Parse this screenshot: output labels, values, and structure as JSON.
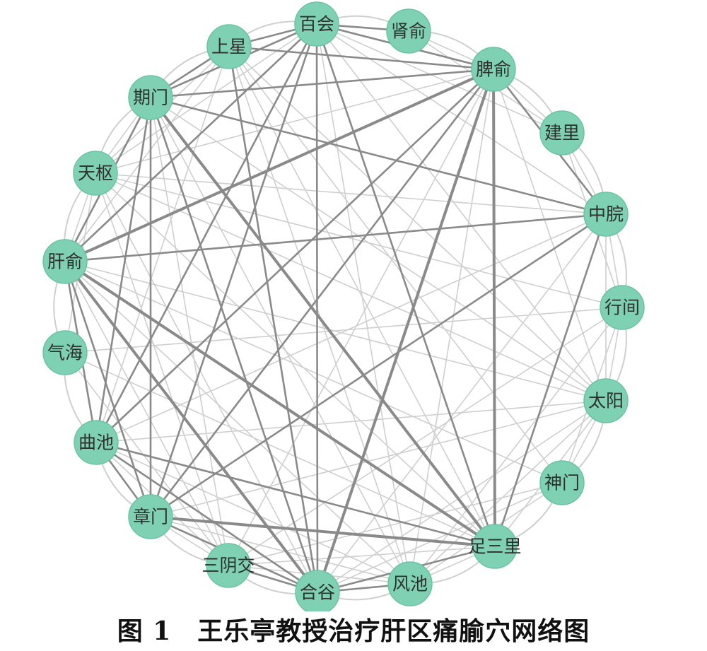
{
  "caption": "图 1　王乐亭教授治疗肝区痛腧穴网络图",
  "colors": {
    "node_fill": "#7fd1b4",
    "edge_strong": "#8a8a8a",
    "edge_weak": "#cfcfcf"
  },
  "nodes": [
    {
      "id": "baihui",
      "label": "百会"
    },
    {
      "id": "shenshu",
      "label": "肾俞"
    },
    {
      "id": "pishu",
      "label": "脾俞"
    },
    {
      "id": "jianli",
      "label": "建里"
    },
    {
      "id": "zhongwan",
      "label": "中脘"
    },
    {
      "id": "xingjian",
      "label": "行间"
    },
    {
      "id": "taiyang",
      "label": "太阳"
    },
    {
      "id": "shenmen",
      "label": "神门"
    },
    {
      "id": "zusanli",
      "label": "足三里"
    },
    {
      "id": "fengchi",
      "label": "风池"
    },
    {
      "id": "hegu",
      "label": "合谷"
    },
    {
      "id": "sanyinjiao",
      "label": "三阴交"
    },
    {
      "id": "zhangmen",
      "label": "章门"
    },
    {
      "id": "quchi",
      "label": "曲池"
    },
    {
      "id": "qihai",
      "label": "气海"
    },
    {
      "id": "ganshu",
      "label": "肝俞"
    },
    {
      "id": "tianshu",
      "label": "天枢"
    },
    {
      "id": "qimen",
      "label": "期门"
    },
    {
      "id": "shangxing",
      "label": "上星"
    }
  ],
  "edges": [
    [
      "ganshu",
      "pishu",
      3
    ],
    [
      "ganshu",
      "zusanli",
      3
    ],
    [
      "ganshu",
      "hegu",
      3
    ],
    [
      "ganshu",
      "qimen",
      2
    ],
    [
      "ganshu",
      "zhangmen",
      2
    ],
    [
      "ganshu",
      "quchi",
      2
    ],
    [
      "ganshu",
      "zhongwan",
      2
    ],
    [
      "ganshu",
      "baihui",
      2
    ],
    [
      "ganshu",
      "taiyang",
      1
    ],
    [
      "ganshu",
      "fengchi",
      1
    ],
    [
      "ganshu",
      "shangxing",
      1
    ],
    [
      "ganshu",
      "tianshu",
      1
    ],
    [
      "ganshu",
      "sanyinjiao",
      1
    ],
    [
      "ganshu",
      "shenmen",
      1
    ],
    [
      "pishu",
      "zusanli",
      3
    ],
    [
      "pishu",
      "hegu",
      3
    ],
    [
      "pishu",
      "qimen",
      2
    ],
    [
      "pishu",
      "zhangmen",
      2
    ],
    [
      "pishu",
      "quchi",
      2
    ],
    [
      "pishu",
      "baihui",
      2
    ],
    [
      "pishu",
      "shangxing",
      2
    ],
    [
      "pishu",
      "zhongwan",
      2
    ],
    [
      "pishu",
      "tianshu",
      1
    ],
    [
      "pishu",
      "sanyinjiao",
      1
    ],
    [
      "pishu",
      "fengchi",
      1
    ],
    [
      "pishu",
      "taiyang",
      1
    ],
    [
      "pishu",
      "jianli",
      1
    ],
    [
      "pishu",
      "shenshu",
      1
    ],
    [
      "qimen",
      "zusanli",
      3
    ],
    [
      "qimen",
      "hegu",
      2
    ],
    [
      "qimen",
      "zhangmen",
      2
    ],
    [
      "qimen",
      "quchi",
      2
    ],
    [
      "qimen",
      "baihui",
      2
    ],
    [
      "qimen",
      "zhongwan",
      2
    ],
    [
      "qimen",
      "shangxing",
      2
    ],
    [
      "qimen",
      "tianshu",
      1
    ],
    [
      "qimen",
      "taiyang",
      1
    ],
    [
      "qimen",
      "fengchi",
      1
    ],
    [
      "qimen",
      "sanyinjiao",
      1
    ],
    [
      "zhangmen",
      "zusanli",
      3
    ],
    [
      "zhangmen",
      "hegu",
      2
    ],
    [
      "zhangmen",
      "quchi",
      2
    ],
    [
      "zhangmen",
      "baihui",
      2
    ],
    [
      "zhangmen",
      "zhongwan",
      2
    ],
    [
      "zhangmen",
      "fengchi",
      1
    ],
    [
      "zhangmen",
      "sanyinjiao",
      1
    ],
    [
      "zhangmen",
      "taiyang",
      1
    ],
    [
      "quchi",
      "zusanli",
      2
    ],
    [
      "quchi",
      "hegu",
      2
    ],
    [
      "quchi",
      "baihui",
      2
    ],
    [
      "quchi",
      "zhongwan",
      1
    ],
    [
      "quchi",
      "taiyang",
      1
    ],
    [
      "quchi",
      "fengchi",
      1
    ],
    [
      "quchi",
      "shangxing",
      1
    ],
    [
      "quchi",
      "sanyinjiao",
      1
    ],
    [
      "zusanli",
      "hegu",
      2
    ],
    [
      "zusanli",
      "baihui",
      2
    ],
    [
      "zusanli",
      "zhongwan",
      2
    ],
    [
      "zusanli",
      "shangxing",
      1
    ],
    [
      "zusanli",
      "taiyang",
      1
    ],
    [
      "zusanli",
      "fengchi",
      1
    ],
    [
      "zusanli",
      "sanyinjiao",
      1
    ],
    [
      "zusanli",
      "tianshu",
      1
    ],
    [
      "hegu",
      "baihui",
      2
    ],
    [
      "hegu",
      "shangxing",
      2
    ],
    [
      "hegu",
      "zhongwan",
      1
    ],
    [
      "hegu",
      "taiyang",
      1
    ],
    [
      "hegu",
      "fengchi",
      2
    ],
    [
      "hegu",
      "sanyinjiao",
      2
    ],
    [
      "hegu",
      "tianshu",
      1
    ],
    [
      "hegu",
      "shenmen",
      1
    ],
    [
      "baihui",
      "shangxing",
      2
    ],
    [
      "baihui",
      "shenshu",
      2
    ],
    [
      "baihui",
      "zhongwan",
      1
    ],
    [
      "baihui",
      "taiyang",
      1
    ],
    [
      "baihui",
      "fengchi",
      1
    ],
    [
      "baihui",
      "tianshu",
      1
    ],
    [
      "baihui",
      "jianli",
      1
    ],
    [
      "zhongwan",
      "jianli",
      1
    ],
    [
      "zhongwan",
      "taiyang",
      1
    ],
    [
      "zhongwan",
      "tianshu",
      1
    ],
    [
      "zhongwan",
      "xingjian",
      1
    ],
    [
      "taiyang",
      "shangxing",
      1
    ],
    [
      "taiyang",
      "fengchi",
      1
    ],
    [
      "taiyang",
      "xingjian",
      1
    ],
    [
      "taiyang",
      "shenmen",
      1
    ],
    [
      "taiyang",
      "tianshu",
      1
    ],
    [
      "shangxing",
      "tianshu",
      1
    ],
    [
      "shangxing",
      "fengchi",
      1
    ],
    [
      "shangxing",
      "shenmen",
      1
    ],
    [
      "tianshu",
      "qihai",
      1
    ],
    [
      "tianshu",
      "sanyinjiao",
      1
    ],
    [
      "tianshu",
      "xingjian",
      1
    ],
    [
      "qihai",
      "sanyinjiao",
      1
    ],
    [
      "qihai",
      "zusanli",
      1
    ],
    [
      "qihai",
      "xingjian",
      1
    ],
    [
      "xingjian",
      "shenmen",
      1
    ],
    [
      "xingjian",
      "fengchi",
      1
    ],
    [
      "xingjian",
      "sanyinjiao",
      1
    ],
    [
      "shenmen",
      "sanyinjiao",
      1
    ],
    [
      "shenmen",
      "fengchi",
      1
    ],
    [
      "shenshu",
      "jianli",
      1
    ],
    [
      "jianli",
      "xingjian",
      1
    ],
    [
      "fengchi",
      "sanyinjiao",
      1
    ]
  ]
}
